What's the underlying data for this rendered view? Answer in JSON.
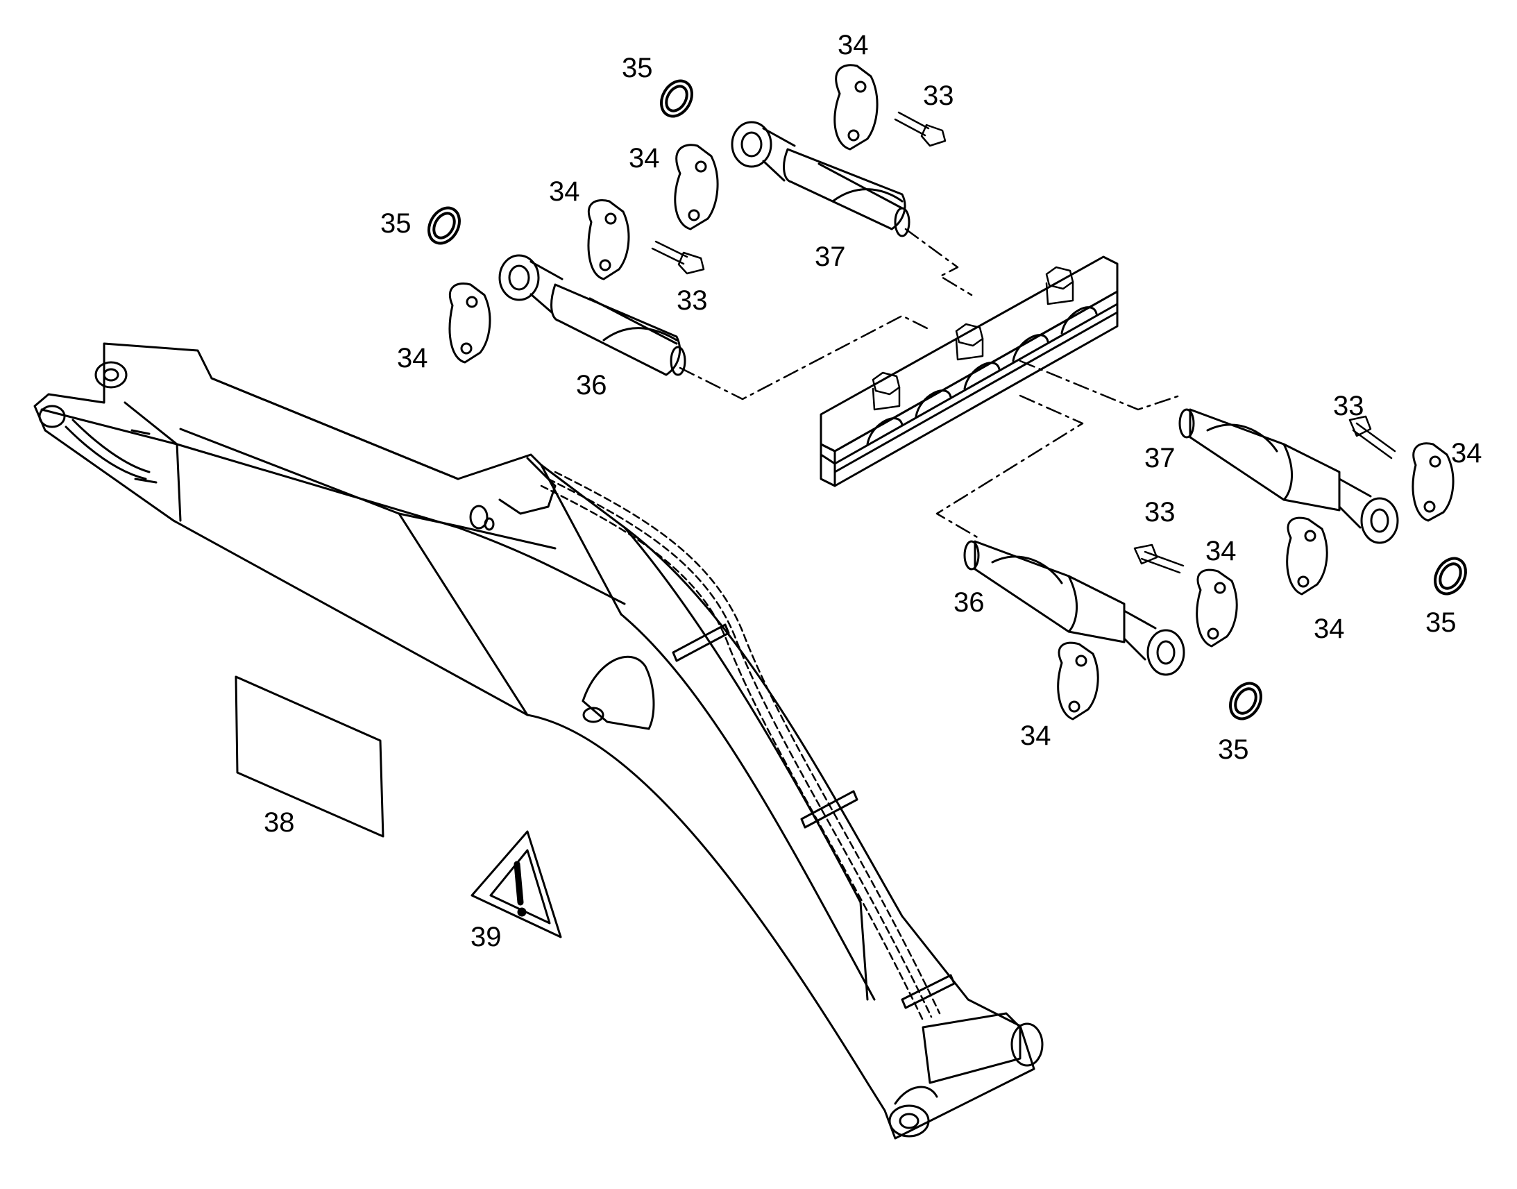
{
  "colors": {
    "ink": "#000000",
    "paper": "#ffffff"
  },
  "icons": {
    "warning": "warning-triangle-icon"
  },
  "callouts": [
    {
      "id": "c1",
      "text": "35"
    },
    {
      "id": "c2",
      "text": "34"
    },
    {
      "id": "c3",
      "text": "33"
    },
    {
      "id": "c4",
      "text": "34"
    },
    {
      "id": "c5",
      "text": "34"
    },
    {
      "id": "c6",
      "text": "35"
    },
    {
      "id": "c7",
      "text": "37"
    },
    {
      "id": "c8",
      "text": "33"
    },
    {
      "id": "c9",
      "text": "34"
    },
    {
      "id": "c10",
      "text": "36"
    },
    {
      "id": "c11",
      "text": "33"
    },
    {
      "id": "c12",
      "text": "37"
    },
    {
      "id": "c13",
      "text": "34"
    },
    {
      "id": "c14",
      "text": "33"
    },
    {
      "id": "c15",
      "text": "34"
    },
    {
      "id": "c16",
      "text": "36"
    },
    {
      "id": "c17",
      "text": "34"
    },
    {
      "id": "c18",
      "text": "35"
    },
    {
      "id": "c19",
      "text": "34"
    },
    {
      "id": "c20",
      "text": "35"
    },
    {
      "id": "c21",
      "text": "38"
    },
    {
      "id": "c22",
      "text": "39"
    }
  ]
}
